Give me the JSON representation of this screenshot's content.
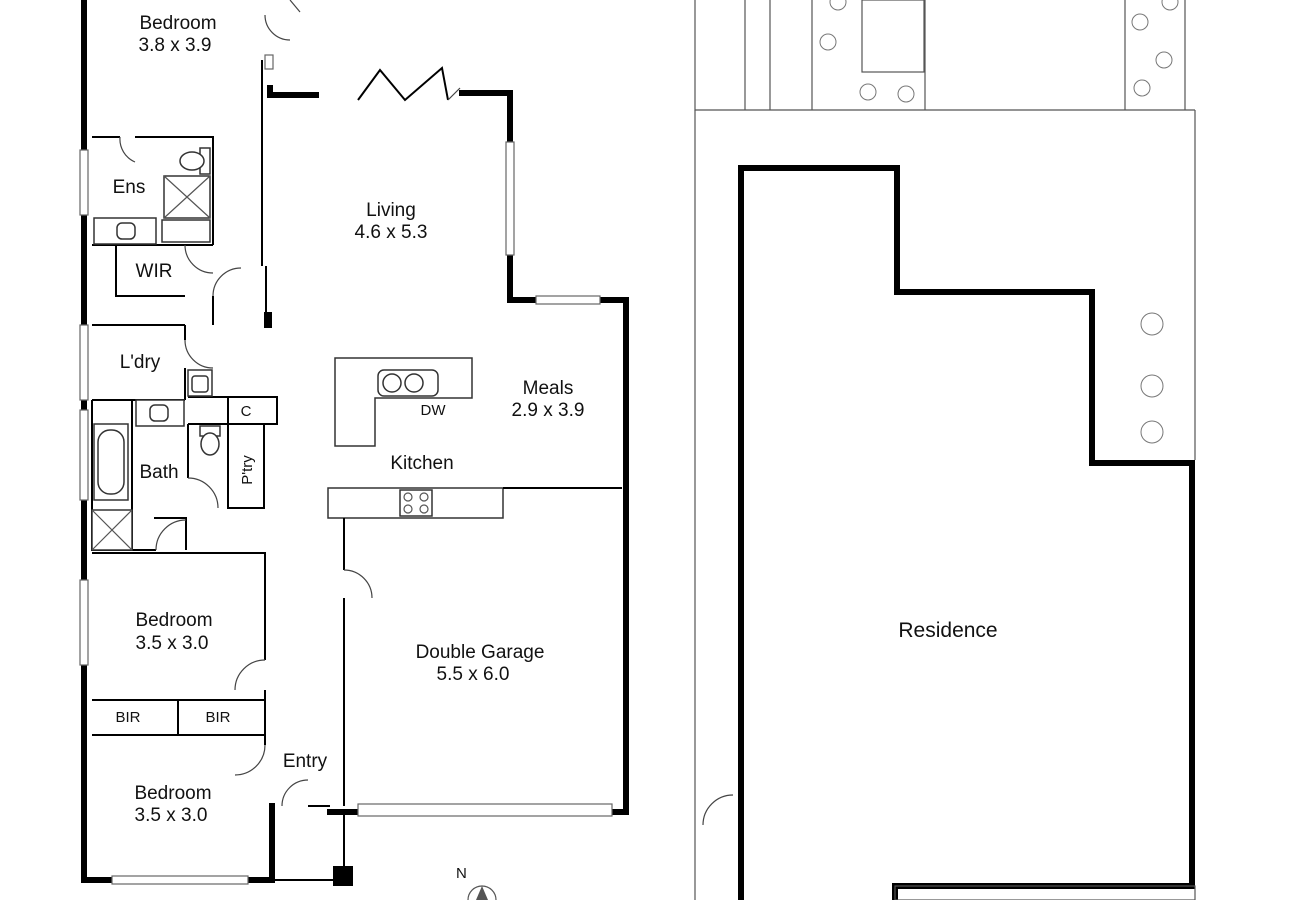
{
  "rooms": {
    "bedroom_master": {
      "name": "Bedroom",
      "size": "3.8 x 3.9"
    },
    "ensuite": {
      "name": "Ens"
    },
    "wir": {
      "name": "WIR"
    },
    "living": {
      "name": "Living",
      "size": "4.6 x 5.3"
    },
    "laundry": {
      "name": "L'dry"
    },
    "bath": {
      "name": "Bath"
    },
    "cupboard": {
      "name": "C"
    },
    "pantry": {
      "name": "P'try"
    },
    "dishwasher": {
      "name": "DW"
    },
    "meals": {
      "name": "Meals",
      "size": "2.9 x 3.9"
    },
    "kitchen": {
      "name": "Kitchen"
    },
    "bedroom_2": {
      "name": "Bedroom",
      "size": "3.5 x 3.0"
    },
    "bir_1": {
      "name": "BIR"
    },
    "bir_2": {
      "name": "BIR"
    },
    "bedroom_3": {
      "name": "Bedroom",
      "size": "3.5 x 3.0"
    },
    "garage": {
      "name": "Double Garage",
      "size": "5.5 x 6.0"
    },
    "entry": {
      "name": "Entry"
    },
    "residence": {
      "name": "Residence"
    }
  },
  "compass": {
    "label": "N"
  }
}
